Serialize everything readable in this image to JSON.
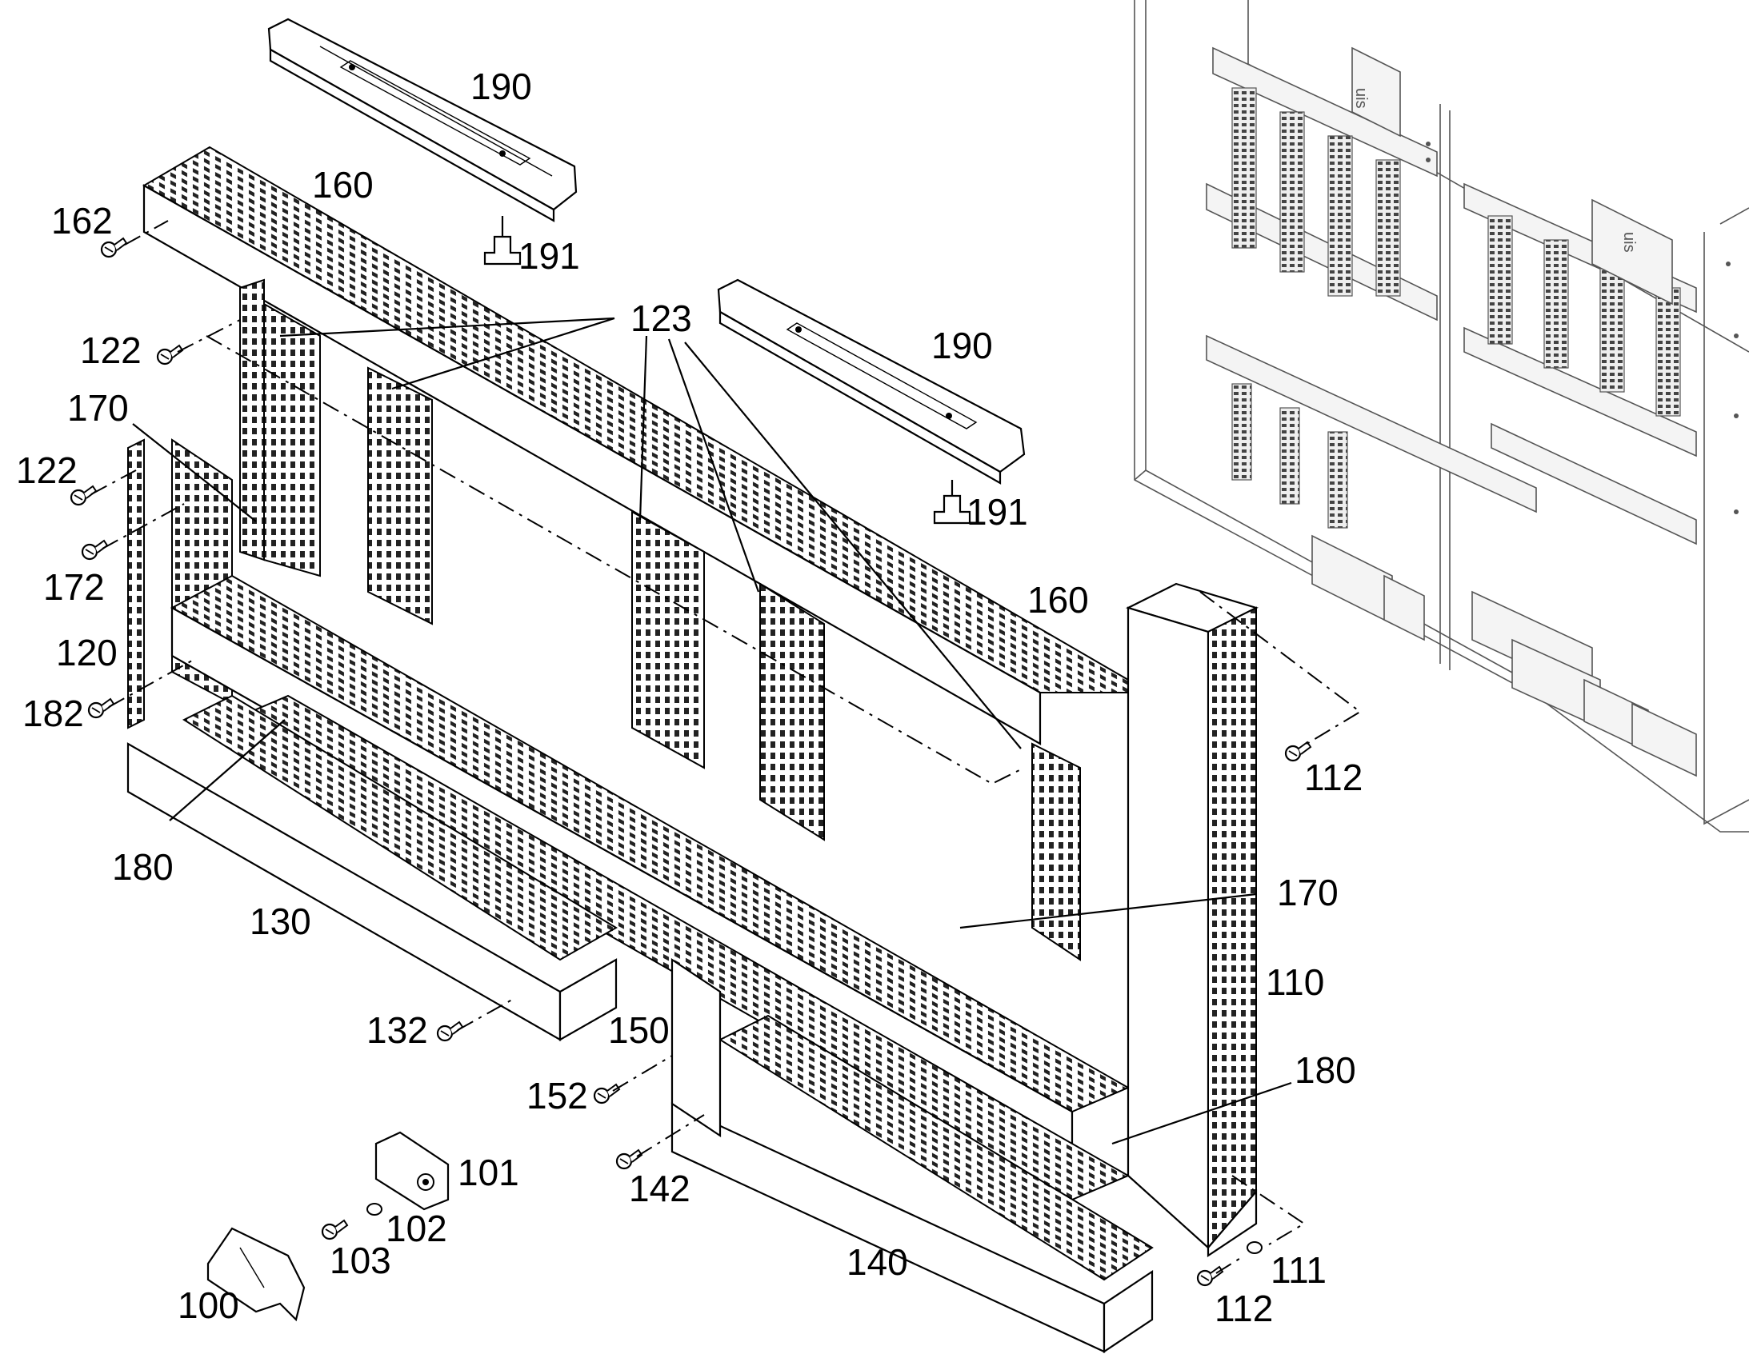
{
  "diagram": {
    "labels": [
      {
        "id": "190a",
        "text": "190"
      },
      {
        "id": "160a",
        "text": "160"
      },
      {
        "id": "162",
        "text": "162"
      },
      {
        "id": "191a",
        "text": "191"
      },
      {
        "id": "123",
        "text": "123"
      },
      {
        "id": "190b",
        "text": "190"
      },
      {
        "id": "122a",
        "text": "122"
      },
      {
        "id": "170a",
        "text": "170"
      },
      {
        "id": "122b",
        "text": "122"
      },
      {
        "id": "191b",
        "text": "191"
      },
      {
        "id": "172",
        "text": "172"
      },
      {
        "id": "160b",
        "text": "160"
      },
      {
        "id": "120",
        "text": "120"
      },
      {
        "id": "182",
        "text": "182"
      },
      {
        "id": "112a",
        "text": "112"
      },
      {
        "id": "180a",
        "text": "180"
      },
      {
        "id": "170b",
        "text": "170"
      },
      {
        "id": "130",
        "text": "130"
      },
      {
        "id": "110",
        "text": "110"
      },
      {
        "id": "132",
        "text": "132"
      },
      {
        "id": "150",
        "text": "150"
      },
      {
        "id": "180b",
        "text": "180"
      },
      {
        "id": "152",
        "text": "152"
      },
      {
        "id": "101",
        "text": "101"
      },
      {
        "id": "142",
        "text": "142"
      },
      {
        "id": "102",
        "text": "102"
      },
      {
        "id": "103",
        "text": "103"
      },
      {
        "id": "140",
        "text": "140"
      },
      {
        "id": "111",
        "text": "111"
      },
      {
        "id": "100",
        "text": "100"
      },
      {
        "id": "112b",
        "text": "112"
      }
    ],
    "cabinet_brand": "uis"
  }
}
